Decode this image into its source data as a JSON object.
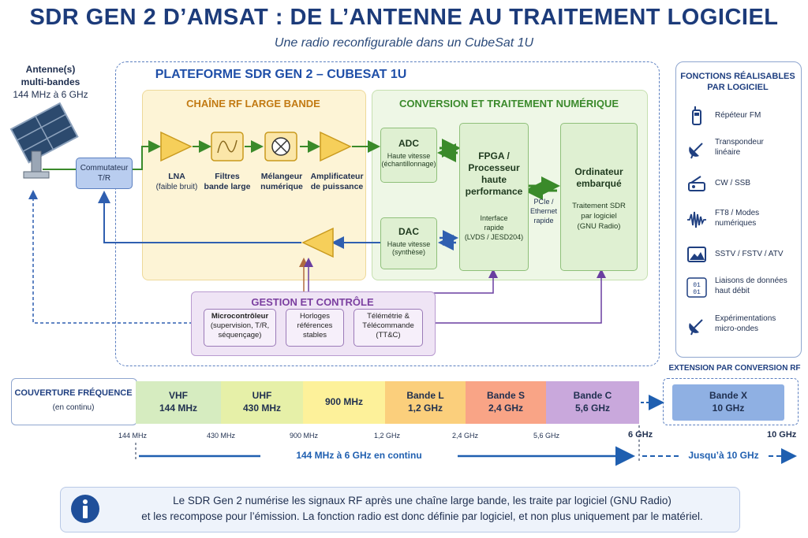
{
  "title": "SDR GEN 2 D’AMSAT : DE L’ANTENNE AU TRAITEMENT LOGICIEL",
  "subtitle": "Une radio reconfigurable dans un CubeSat 1U",
  "antenna": {
    "line1": "Antenne(s)",
    "line2": "multi-bandes",
    "line3": "144 MHz à 6 GHz"
  },
  "commutateur": {
    "line1": "Commutateur",
    "line2": "T/R"
  },
  "platform_title": "PLATEFORME SDR GEN 2 – CUBESAT 1U",
  "rf_chain": {
    "title": "CHAÎNE RF LARGE BANDE",
    "lna": {
      "name": "LNA",
      "sub": "(faible bruit)"
    },
    "filters": {
      "line1": "Filtres",
      "line2": "bande large"
    },
    "mixer": {
      "line1": "Mélangeur",
      "line2": "numérique"
    },
    "pa": {
      "line1": "Amplificateur",
      "line2": "de puissance"
    }
  },
  "digital": {
    "title": "CONVERSION ET TRAITEMENT NUMÉRIQUE",
    "adc": {
      "name": "ADC",
      "line1": "Haute vitesse",
      "line2": "(échantillonnage)"
    },
    "dac": {
      "name": "DAC",
      "line1": "Haute vitesse",
      "line2": "(synthèse)"
    },
    "fpga": {
      "t1": "FPGA /",
      "t2": "Processeur",
      "t3": "haute",
      "t4": "performance",
      "s1": "Interface",
      "s2": "rapide",
      "s3": "(LVDS / JESD204)"
    },
    "link": {
      "l1": "PCIe /",
      "l2": "Ethernet",
      "l3": "rapide"
    },
    "computer": {
      "t1": "Ordinateur",
      "t2": "embarqué",
      "s1": "Traitement SDR",
      "s2": "par logiciel",
      "s3": "(GNU Radio)"
    }
  },
  "gestion": {
    "title": "GESTION ET CONTRÔLE",
    "micro": {
      "l1": "Microcontrôleur",
      "l2": "(supervision, T/R,",
      "l3": "séquençage)"
    },
    "clock": {
      "l1": "Horloges",
      "l2": "références",
      "l3": "stables"
    },
    "ttc": {
      "l1": "Télémétrie &",
      "l2": "Télécommande",
      "l3": "(TT&C)"
    }
  },
  "functions": {
    "title1": "FONCTIONS RÉALISABLES",
    "title2": "PAR LOGICIEL",
    "items": [
      {
        "l1": "Répéteur FM",
        "l2": "",
        "icon": "walkie-talkie-icon"
      },
      {
        "l1": "Transpondeur",
        "l2": "linéaire",
        "icon": "dish-icon"
      },
      {
        "l1": "CW / SSB",
        "l2": "",
        "icon": "radio-icon"
      },
      {
        "l1": "FT8 / Modes",
        "l2": "numériques",
        "icon": "waveform-icon"
      },
      {
        "l1": "SSTV / FSTV / ATV",
        "l2": "",
        "icon": "image-icon"
      },
      {
        "l1": "Liaisons de données",
        "l2": "haut débit",
        "icon": "binary-icon"
      },
      {
        "l1": "Expérimentations",
        "l2": "micro-ondes",
        "icon": "dish-icon"
      }
    ]
  },
  "coverage": {
    "title": "COUVERTURE FRÉQUENCE",
    "sub": "(en continu)",
    "bands": [
      {
        "l1": "VHF",
        "l2": "144 MHz",
        "color": "#d6ecc0"
      },
      {
        "l1": "UHF",
        "l2": "430 MHz",
        "color": "#e6f0a8"
      },
      {
        "l1": "900 MHz",
        "l2": "",
        "color": "#fdf19a"
      },
      {
        "l1": "Bande L",
        "l2": "1,2 GHz",
        "color": "#fbcf7c"
      },
      {
        "l1": "Bande S",
        "l2": "2,4 GHz",
        "color": "#f9a486"
      },
      {
        "l1": "Bande C",
        "l2": "5,6 GHz",
        "color": "#c9a8dc"
      }
    ],
    "ticks": [
      "144 MHz",
      "430 MHz",
      "900 MHz",
      "1,2 GHz",
      "2,4 GHz",
      "5,6 GHz",
      "6 GHz",
      "10 GHz"
    ],
    "range_label": "144 MHz à 6 GHz en continu",
    "ext_label": "Jusqu’à 10 GHz",
    "extension": {
      "title": "EXTENSION PAR CONVERSION RF",
      "l1": "Bande X",
      "l2": "10 GHz",
      "color": "#8fb0e3"
    }
  },
  "info": {
    "line1": "Le SDR Gen 2 numérise les signaux RF après une chaîne large bande, les traite par logiciel (GNU Radio)",
    "line2": "et les recompose pour l’émission. La fonction radio est donc définie par logiciel, et non plus uniquement par le matériel."
  }
}
